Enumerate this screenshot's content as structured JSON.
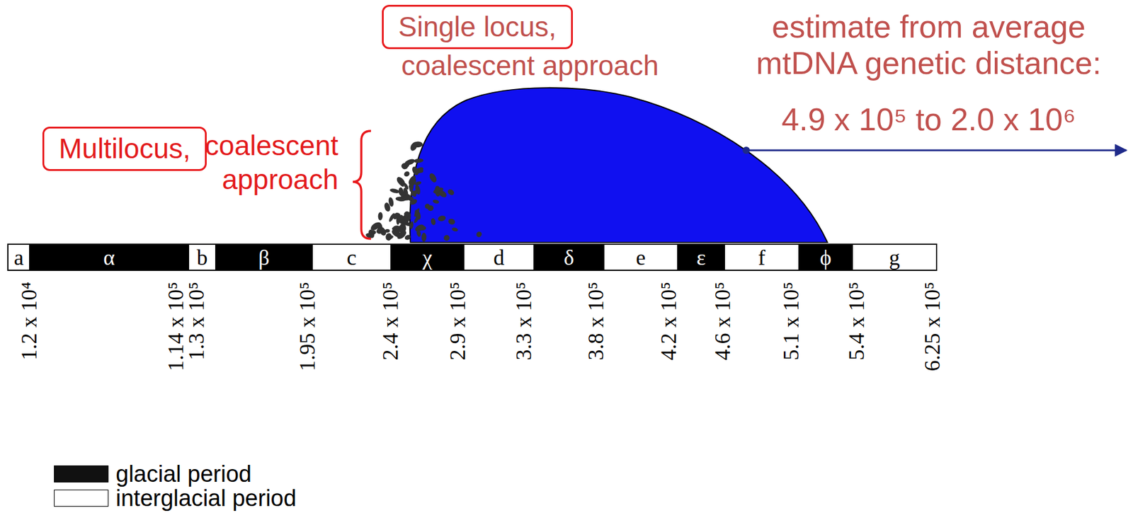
{
  "diagram": {
    "nodes": [
      {
        "text": [
          "Single locus,"
        ]
      },
      {
        "text": [
          "Multilocus,"
        ]
      },
      {
        "text": [
          "a"
        ]
      },
      {
        "text": [
          "α"
        ]
      },
      {
        "text": [
          "b"
        ]
      },
      {
        "text": [
          "β"
        ]
      },
      {
        "text": [
          "c"
        ]
      },
      {
        "text": [
          "χ"
        ]
      },
      {
        "text": [
          "d"
        ]
      },
      {
        "text": [
          "δ"
        ]
      },
      {
        "text": [
          "e"
        ]
      },
      {
        "text": [
          "ε"
        ]
      },
      {
        "text": [
          "f"
        ]
      },
      {
        "text": [
          "ϕ"
        ]
      },
      {
        "text": [
          "g"
        ]
      }
    ],
    "labels": [
      "coalescent approach",
      "coalescent approach",
      "estimate from average mtDNA genetic distance:",
      "4.9 x 10⁵ to 2.0 x 10⁶",
      "1.2 x 10⁴",
      "1.14 x 10⁵",
      "1.3 x 10⁵",
      "1.95 x 10⁵",
      "2.4 x 10⁵",
      "2.9 x 10⁵",
      "3.3 x 10⁵",
      "3.8 x 10⁵",
      "4.2 x 10⁵",
      "4.6 x 10⁵",
      "5.1 x 10⁵",
      "5.4 x 10⁵",
      "6.25 x 10⁵"
    ],
    "legend": [
      {
        "text": "glacial period",
        "color": "#111111"
      },
      {
        "text": "interglacial period",
        "color": "#ffffff"
      }
    ]
  }
}
